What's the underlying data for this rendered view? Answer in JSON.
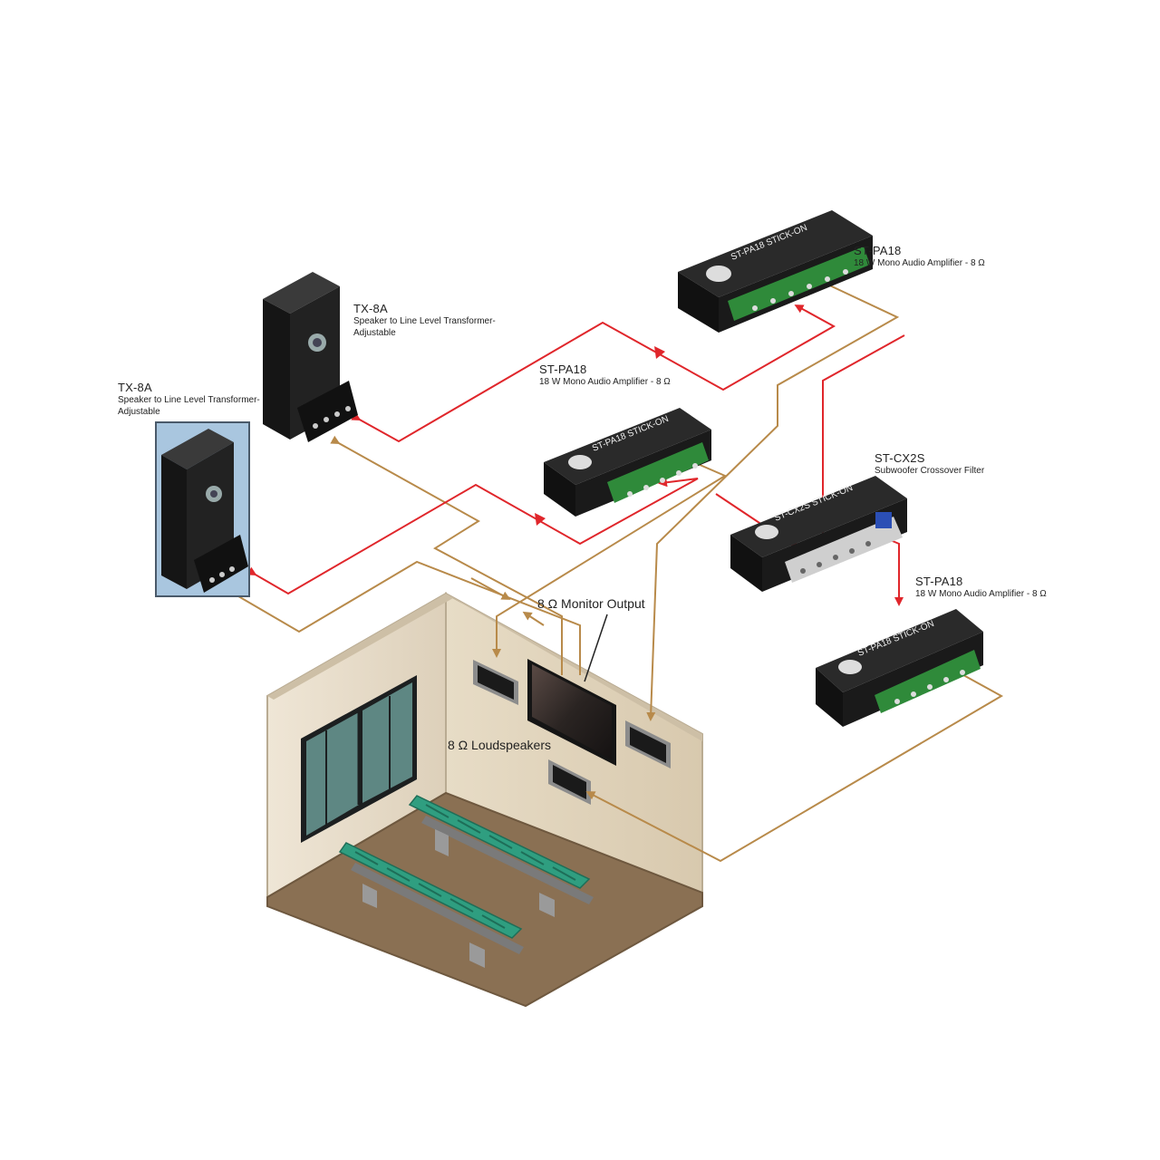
{
  "devices": {
    "tx8a_top": {
      "name": "TX-8A",
      "desc": "Speaker to Line Level Transformer-",
      "desc2": "Adjustable"
    },
    "tx8a_left": {
      "name": "TX-8A",
      "desc": "Speaker to Line Level Transformer-",
      "desc2": "Adjustable"
    },
    "stpa18_top": {
      "name": "ST-PA18",
      "desc": "18 W Mono Audio Amplifier - 8 Ω",
      "face_text": "ST-PA18 STICK-ON"
    },
    "stpa18_mid": {
      "name": "ST-PA18",
      "desc": "18 W Mono Audio Amplifier - 8 Ω",
      "face_text": "ST-PA18 STICK-ON"
    },
    "stcx2s": {
      "name": "ST-CX2S",
      "desc": "Subwoofer Crossover Filter",
      "face_text": "ST-CX2S STICK-ON"
    },
    "stpa18_bottom": {
      "name": "ST-PA18",
      "desc": "18 W Mono Audio Amplifier - 8 Ω",
      "face_text": "ST-PA18 STICK-ON"
    }
  },
  "callouts": {
    "monitor_output": "8 Ω Monitor Output",
    "loudspeakers": "8 Ω Loudspeakers"
  },
  "colors": {
    "signal_line": "#e0262b",
    "speaker_line": "#b88a4a",
    "device_body": "#1e1e1e",
    "terminal_green": "#2f8a3a",
    "highlight_box": "#a9c6df",
    "room_wall": "#e9ddca",
    "room_floor": "#8a7053",
    "chair_green": "#2f9e80"
  }
}
